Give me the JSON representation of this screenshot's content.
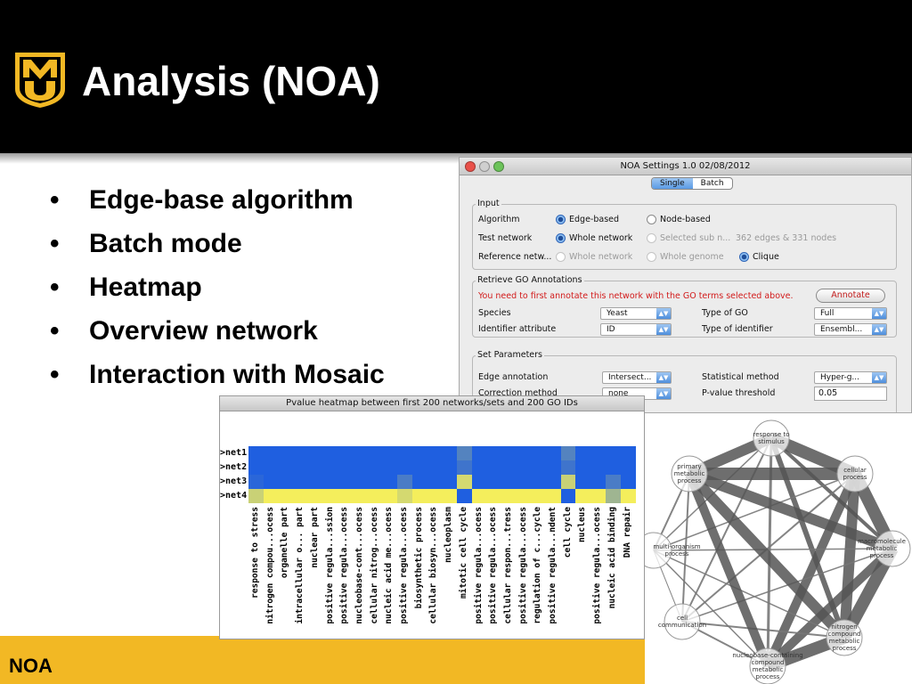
{
  "slide": {
    "title": "Analysis (NOA)",
    "logo_text": "MU",
    "bullets": [
      "Edge-base algorithm",
      "Batch mode",
      "Heatmap",
      "Overview network",
      "Interaction with Mosaic"
    ],
    "footer": "NOA",
    "colors": {
      "header": "#000000",
      "footer": "#f2b824",
      "logo_gold": "#f2b824"
    }
  },
  "settings_window": {
    "title": "NOA Settings 1.0 02/08/2012",
    "tabs": [
      "Single",
      "Batch"
    ],
    "selected_tab": "Single",
    "input": {
      "label": "Input",
      "algorithm_label": "Algorithm",
      "algorithm_options": [
        "Edge-based",
        "Node-based"
      ],
      "algorithm_selected": "Edge-based",
      "test_network_label": "Test network",
      "test_network_options": [
        "Whole network",
        "Selected sub n..."
      ],
      "test_network_selected": "Whole network",
      "network_stats": "362 edges & 331 nodes",
      "reference_label": "Reference netw...",
      "reference_options": [
        "Whole network",
        "Whole genome",
        "Clique"
      ],
      "reference_selected": "Clique"
    },
    "go": {
      "label": "Retrieve GO Annotations",
      "warning": "You need to first annotate this network with the GO terms selected above.",
      "annotate_button": "Annotate",
      "species_label": "Species",
      "species_value": "Yeast",
      "type_of_go_label": "Type of GO",
      "type_of_go_value": "Full",
      "identifier_attr_label": "Identifier attribute",
      "identifier_attr_value": "ID",
      "type_of_identifier_label": "Type of identifier",
      "type_of_identifier_value": "Ensembl..."
    },
    "params": {
      "label": "Set Parameters",
      "edge_annotation_label": "Edge annotation",
      "edge_annotation_value": "Intersect...",
      "statistical_method_label": "Statistical method",
      "statistical_method_value": "Hyper-g...",
      "correction_method_label": "Correction method",
      "correction_method_value": "none",
      "pvalue_label": "P-value threshold",
      "pvalue_value": "0.05"
    }
  },
  "heatmap": {
    "title": "Pvalue heatmap between first 200 networks/sets and 200 GO IDs",
    "rows": [
      ">net1",
      ">net2",
      ">net3",
      ">net4"
    ],
    "columns": [
      "response to stress",
      "nitrogen compou...ocess",
      "organelle part",
      "intracellular o... part",
      "nuclear part",
      "positive regula...ssion",
      "positive regula...ocess",
      "nucleobase-cont...ocess",
      "cellular nitrog...ocess",
      "nucleic acid me...ocess",
      "positive regula...ocess",
      "biosynthetic process",
      "cellular biosyn...ocess",
      "nucleoplasm",
      "mitotic cell cycle",
      "positive regula...ocess",
      "positive regula...ocess",
      "cellular respon...tress",
      "positive regula...ocess",
      "regulation of c...cycle",
      "positive regula...ndent",
      "cell cycle",
      "nucleus",
      "positive regula...ocess",
      "nucleic acid binding",
      "DNA repair"
    ],
    "colors": {
      "low": "#1f5fe0",
      "high": "#f4ee5c"
    },
    "levels": [
      [
        0,
        0,
        0,
        0,
        0,
        0,
        0,
        0,
        0,
        0,
        0,
        0,
        0,
        0,
        0.25,
        0,
        0,
        0,
        0,
        0,
        0,
        0.25,
        0,
        0,
        0,
        0
      ],
      [
        0,
        0,
        0,
        0,
        0,
        0,
        0,
        0,
        0,
        0,
        0,
        0,
        0,
        0,
        0.15,
        0,
        0,
        0,
        0,
        0,
        0,
        0.15,
        0,
        0,
        0,
        0
      ],
      [
        0.05,
        0,
        0,
        0,
        0,
        0,
        0,
        0,
        0,
        0,
        0.2,
        0,
        0,
        0,
        0.85,
        0,
        0,
        0,
        0,
        0,
        0,
        0.8,
        0,
        0,
        0.2,
        0
      ],
      [
        0.8,
        1,
        1,
        1,
        1,
        1,
        1,
        1,
        1,
        1,
        0.85,
        1,
        1,
        1,
        0,
        1,
        1,
        1,
        1,
        1,
        1,
        0,
        1,
        1,
        0.6,
        1
      ]
    ]
  },
  "network": {
    "nodes": [
      "response to stimulus",
      "cellular process",
      "macromolecule metabolic process",
      "nitrogen compound metabolic process",
      "nucleobase-containing compound metabolic process",
      "cell communication",
      "multi-organism process",
      "primary metabolic process"
    ]
  }
}
